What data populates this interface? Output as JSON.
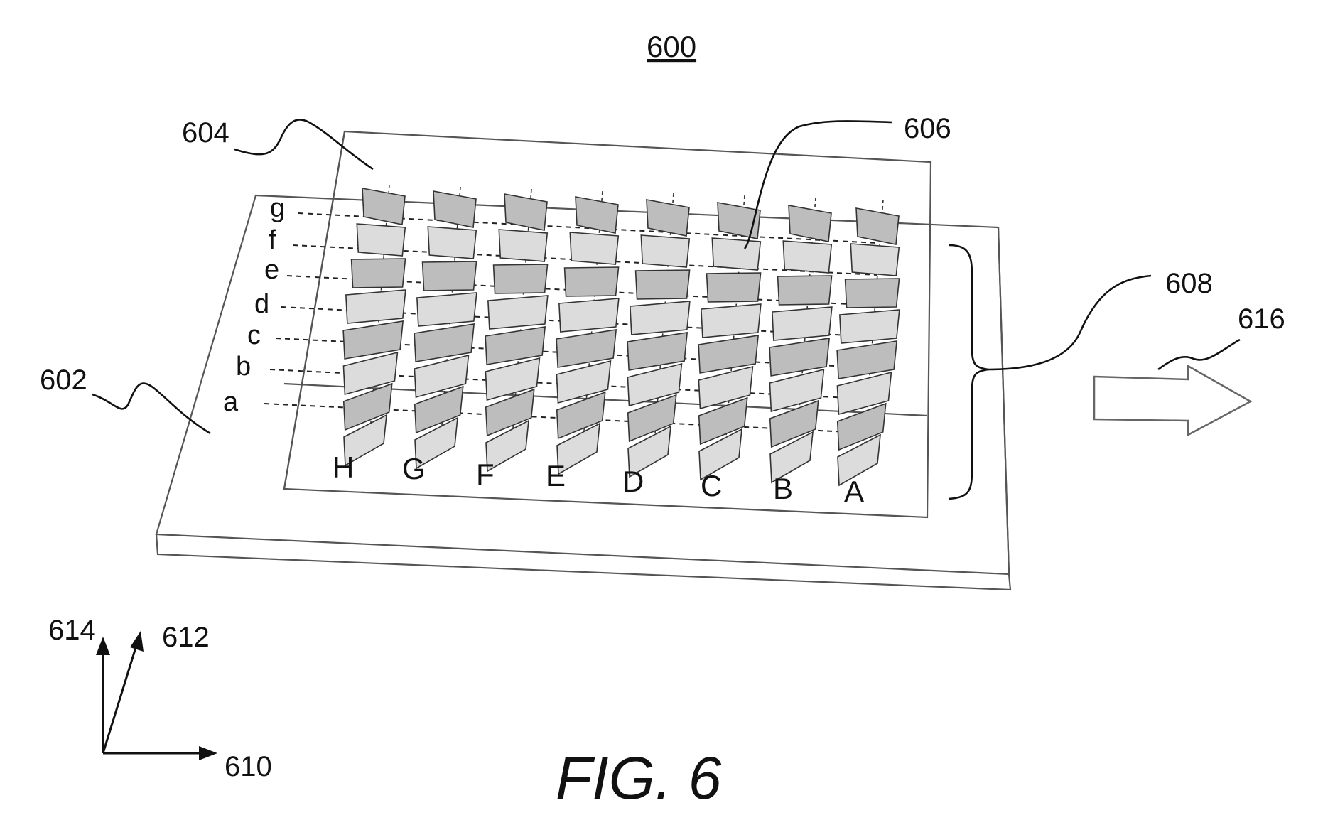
{
  "figure": {
    "number_label": "600",
    "caption": "FIG. 6"
  },
  "references": {
    "substrate": "602",
    "waveguide": "604",
    "element": "606",
    "array": "608",
    "axis_x": "610",
    "axis_y": "612",
    "axis_z": "614",
    "output": "616"
  },
  "columns": [
    "H",
    "G",
    "F",
    "E",
    "D",
    "C",
    "B",
    "A"
  ],
  "rows": [
    "g",
    "f",
    "e",
    "d",
    "c",
    "b",
    "a"
  ]
}
